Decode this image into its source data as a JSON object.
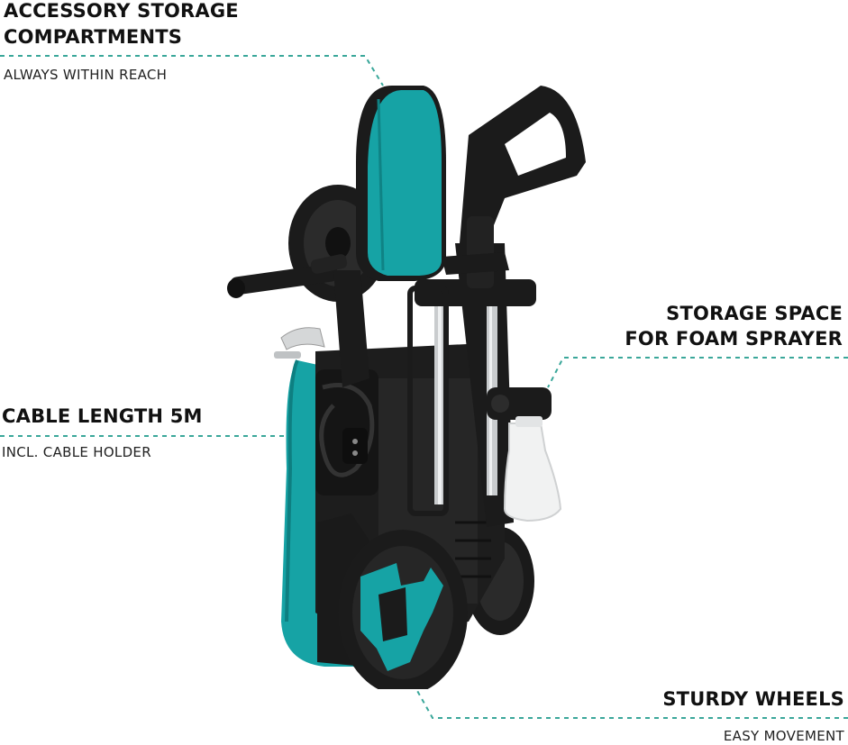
{
  "callouts": {
    "storage": {
      "title_line1": "ACCESSORY STORAGE",
      "title_line2": "COMPARTMENTS",
      "subtitle": "ALWAYS WITHIN REACH"
    },
    "foam": {
      "title_line1": "STORAGE SPACE",
      "title_line2": "FOR FOAM SPRAYER"
    },
    "cable": {
      "title": "CABLE LENGTH 5M",
      "subtitle": "INCL. CABLE HOLDER"
    },
    "wheels": {
      "title": "STURDY WHEELS",
      "subtitle": "EASY MOVEMENT"
    }
  },
  "colors": {
    "accent_teal": "#16a3a5",
    "body_black": "#1c1c1c",
    "leader_line": "#3aa79a",
    "metal": "#c9ccce"
  }
}
